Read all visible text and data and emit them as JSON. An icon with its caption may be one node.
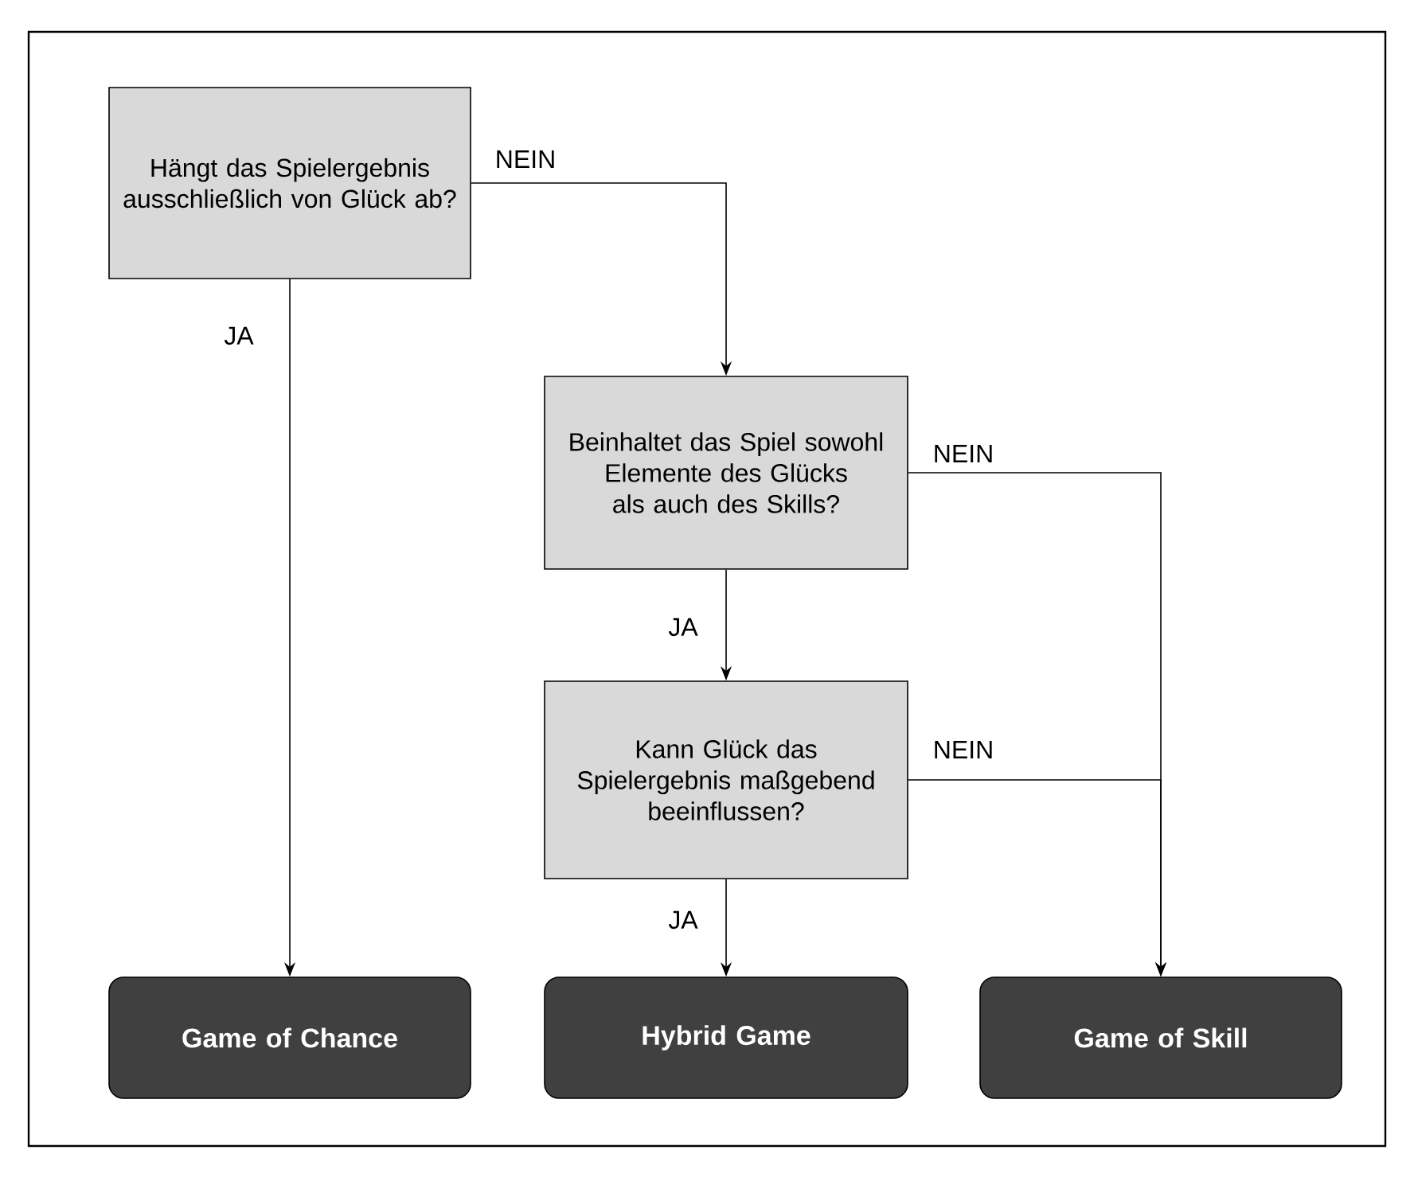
{
  "diagram": {
    "nodes": [
      {
        "text": [
          "Hängt das Spielergebnis ausschließlich von Glück ab?"
        ]
      },
      {
        "text": [
          "Beinhaltet das Spiel sowohl Elemente des Glücks als auch des Skills?"
        ]
      },
      {
        "text": [
          "Kann Glück das Spielergebnis maßgebend beeinflussen?"
        ]
      },
      {
        "text": [
          "Game of Chance"
        ]
      },
      {
        "text": [
          "Hybrid Game"
        ]
      },
      {
        "text": [
          "Game of Skill"
        ]
      }
    ],
    "edges": [
      {
        "from": 0,
        "to": 3,
        "arrow": "to",
        "label": "JA"
      },
      {
        "from": 0,
        "to": 1,
        "arrow": "to",
        "label": "NEIN"
      },
      {
        "from": 1,
        "to": 2,
        "arrow": "to",
        "label": "JA"
      },
      {
        "from": 1,
        "to": 5,
        "arrow": "to",
        "label": "NEIN"
      },
      {
        "from": 2,
        "to": 4,
        "arrow": "to",
        "label": "JA"
      },
      {
        "from": 2,
        "to": 5,
        "arrow": "to",
        "label": "NEIN"
      }
    ]
  }
}
